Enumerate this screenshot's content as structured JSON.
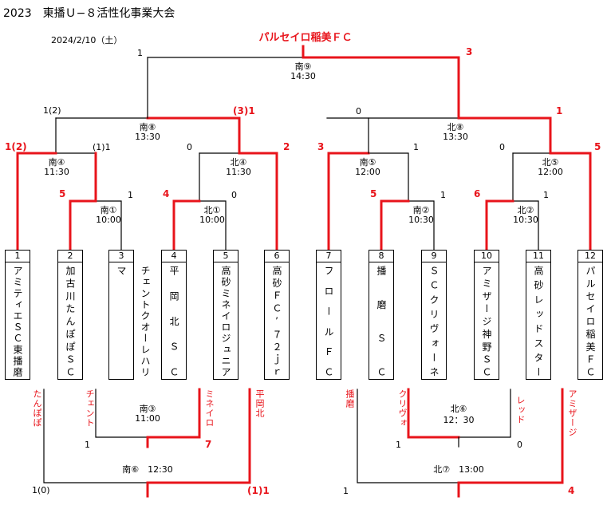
{
  "header": {
    "title": "2023　東播Ｕ−８活性化事業大会",
    "date": "2024/2/10（土）",
    "champion": "パルセイロ稲美ＦＣ"
  },
  "teams": [
    {
      "num": "1",
      "name": "アミティエＳＣ東播磨"
    },
    {
      "num": "2",
      "name": "加古川たんぽぽＳＣ"
    },
    {
      "num": "3",
      "name": "チェントクオーレハリマ"
    },
    {
      "num": "4",
      "name": "平岡北ＳＣ"
    },
    {
      "num": "5",
      "name": "高砂ミネイロジュニア"
    },
    {
      "num": "6",
      "name": "高砂ＦＣ’７２ｊｒ"
    },
    {
      "num": "7",
      "name": "フロールＦＣ"
    },
    {
      "num": "8",
      "name": "播磨ＳＣ"
    },
    {
      "num": "9",
      "name": "ＳＣクリヴォーネ"
    },
    {
      "num": "10",
      "name": "アミザージ神野ＳＣ"
    },
    {
      "num": "11",
      "name": "高砂レッドスター"
    },
    {
      "num": "12",
      "name": "パルセイロ稲美ＦＣ"
    }
  ],
  "matches": {
    "s1": {
      "name": "南①",
      "time": "10:00"
    },
    "n1": {
      "name": "北①",
      "time": "10:00"
    },
    "s2": {
      "name": "南②",
      "time": "10:30"
    },
    "n2": {
      "name": "北②",
      "time": "10:30"
    },
    "s4": {
      "name": "南④",
      "time": "11:30"
    },
    "n4": {
      "name": "北④",
      "time": "11:30"
    },
    "s5": {
      "name": "南⑤",
      "time": "12:00"
    },
    "n5": {
      "name": "北⑤",
      "time": "12:00"
    },
    "s8": {
      "name": "南⑧",
      "time": "13:30"
    },
    "n8": {
      "name": "北⑧",
      "time": "13:30"
    },
    "s9": {
      "name": "南⑨",
      "time": "14:30"
    },
    "s3": {
      "name": "南③",
      "time": "11:00"
    },
    "n6": {
      "name": "北⑥",
      "time": "12：30"
    },
    "s6": {
      "label": "南⑥　12:30"
    },
    "n7": {
      "label": "北⑦　13:00"
    }
  },
  "scores": {
    "s1_left": "5",
    "s1_right": "1",
    "n1_left": "4",
    "n1_right": "0",
    "s2_left": "5",
    "s2_right": "1",
    "n2_left": "6",
    "n2_right": "1",
    "s4_left": "1(2)",
    "s4_right": "(1)1",
    "n4_left": "0",
    "n4_right": "2",
    "s5_left": "3",
    "s5_right": "1",
    "n5_left": "0",
    "n5_right": "5",
    "s8_left": "1(2)",
    "s8_right": "(3)1",
    "n8_left": "0",
    "n8_right": "1",
    "s9_left": "1",
    "s9_right": "3",
    "s3_left": "1",
    "s3_right": "7",
    "n6_left": "1",
    "n6_right": "0",
    "s6_left": "1(0)",
    "s6_right": "(1)1",
    "n7_left": "1",
    "n7_right": "4"
  },
  "consolation_labels": {
    "tanpopo": "たんぽぽ",
    "cento": "チェント",
    "mineiro": "ミネイロ",
    "hiraokakita": "平岡北",
    "harima": "播磨",
    "clivo": "クリヴォ",
    "red": "レッド",
    "amizaji": "アミザージ"
  },
  "colors": {
    "line": "#000000",
    "winner": "#e8141b"
  }
}
